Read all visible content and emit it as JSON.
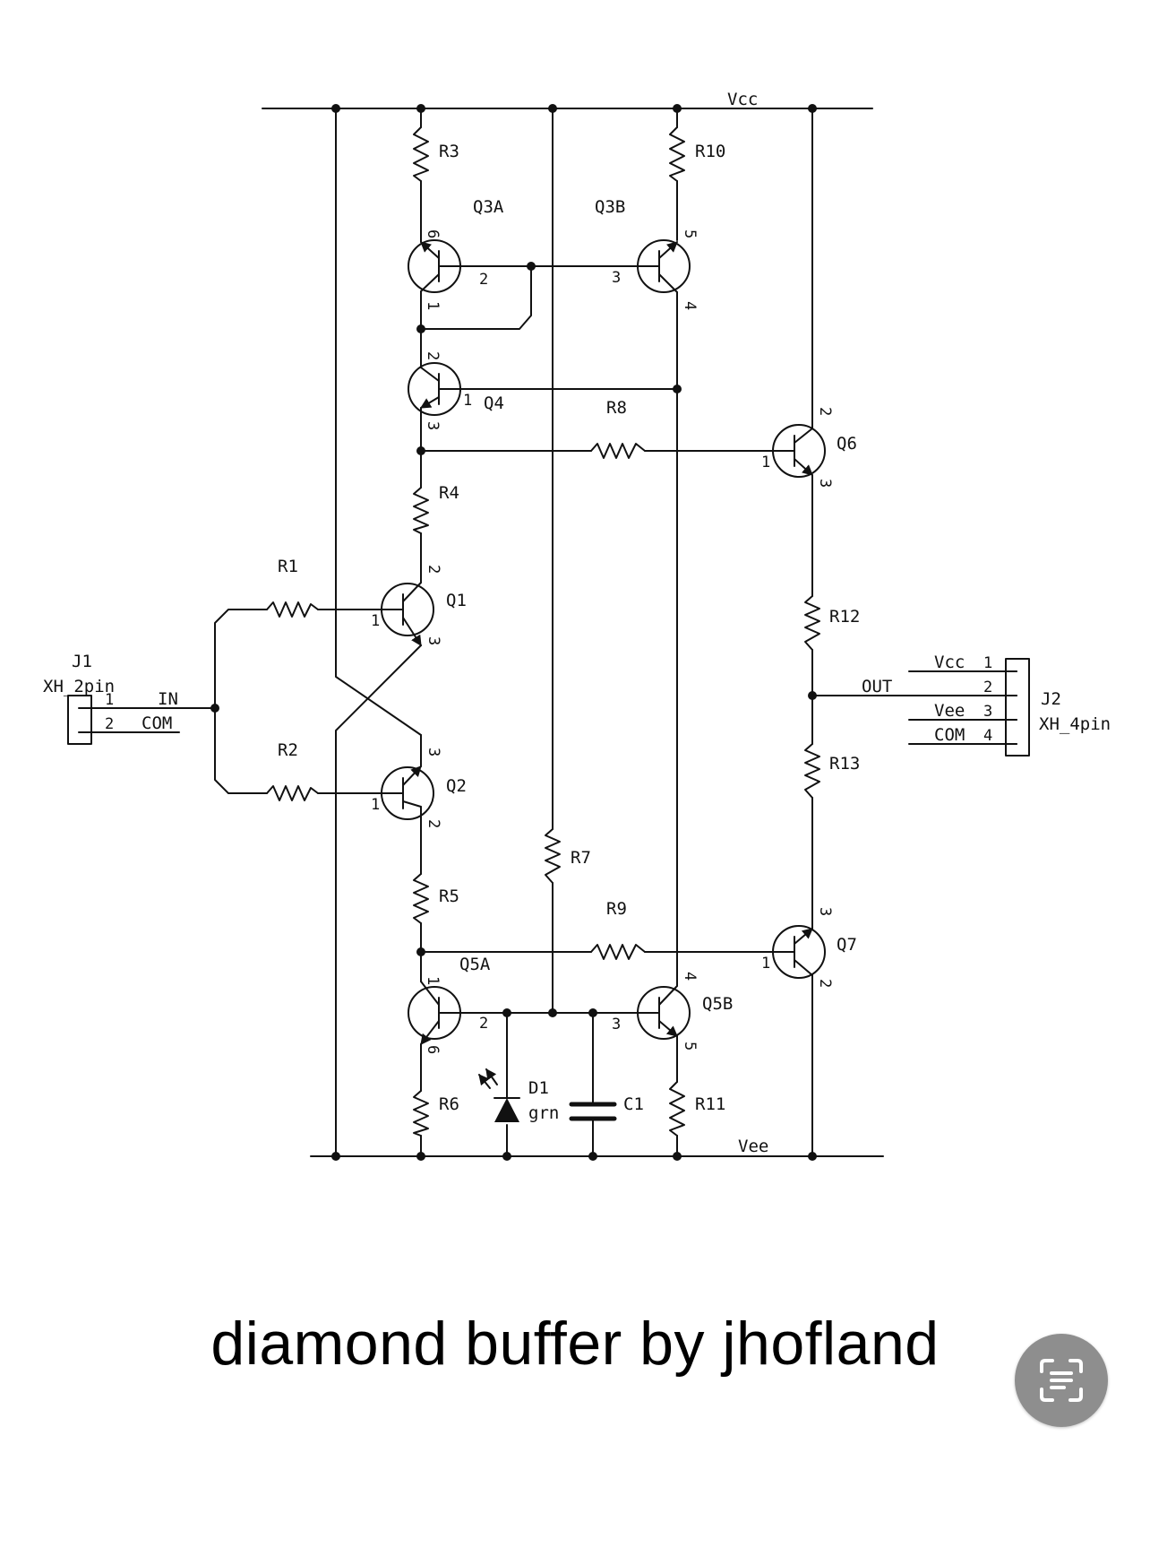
{
  "title": "diamond buffer by jhofland",
  "rails": {
    "positive": "Vcc",
    "negative": "Vee"
  },
  "connectors": {
    "j1": {
      "ref": "J1",
      "part": "XH_2pin",
      "pins": [
        {
          "num": "1",
          "net": "IN"
        },
        {
          "num": "2",
          "net": "COM"
        }
      ]
    },
    "j2": {
      "ref": "J2",
      "part": "XH_4pin",
      "pins": [
        {
          "num": "1",
          "net": "Vcc"
        },
        {
          "num": "2",
          "net": ""
        },
        {
          "num": "3",
          "net": "Vee"
        },
        {
          "num": "4",
          "net": "COM"
        }
      ]
    }
  },
  "output_net": "OUT",
  "resistors": [
    "R1",
    "R2",
    "R3",
    "R4",
    "R5",
    "R6",
    "R7",
    "R8",
    "R9",
    "R10",
    "R11",
    "R12",
    "R13"
  ],
  "transistors": [
    "Q1",
    "Q2",
    "Q3A",
    "Q3B",
    "Q4",
    "Q5A",
    "Q5B",
    "Q6",
    "Q7"
  ],
  "diode": {
    "ref": "D1",
    "value": "grn"
  },
  "capacitor": {
    "ref": "C1"
  },
  "pins": {
    "q3a": [
      "6",
      "2",
      "1"
    ],
    "q3b": [
      "5",
      "3",
      "4"
    ],
    "q4": [
      "2",
      "1",
      "3"
    ],
    "q1": [
      "2",
      "1",
      "3"
    ],
    "q2": [
      "3",
      "1",
      "2"
    ],
    "q5a": [
      "1",
      "2",
      "6"
    ],
    "q5b": [
      "4",
      "3",
      "5"
    ],
    "q6": [
      "2",
      "1",
      "3"
    ],
    "q7": [
      "3",
      "1",
      "2"
    ]
  },
  "icons": {
    "scan": "scan-text-icon"
  }
}
